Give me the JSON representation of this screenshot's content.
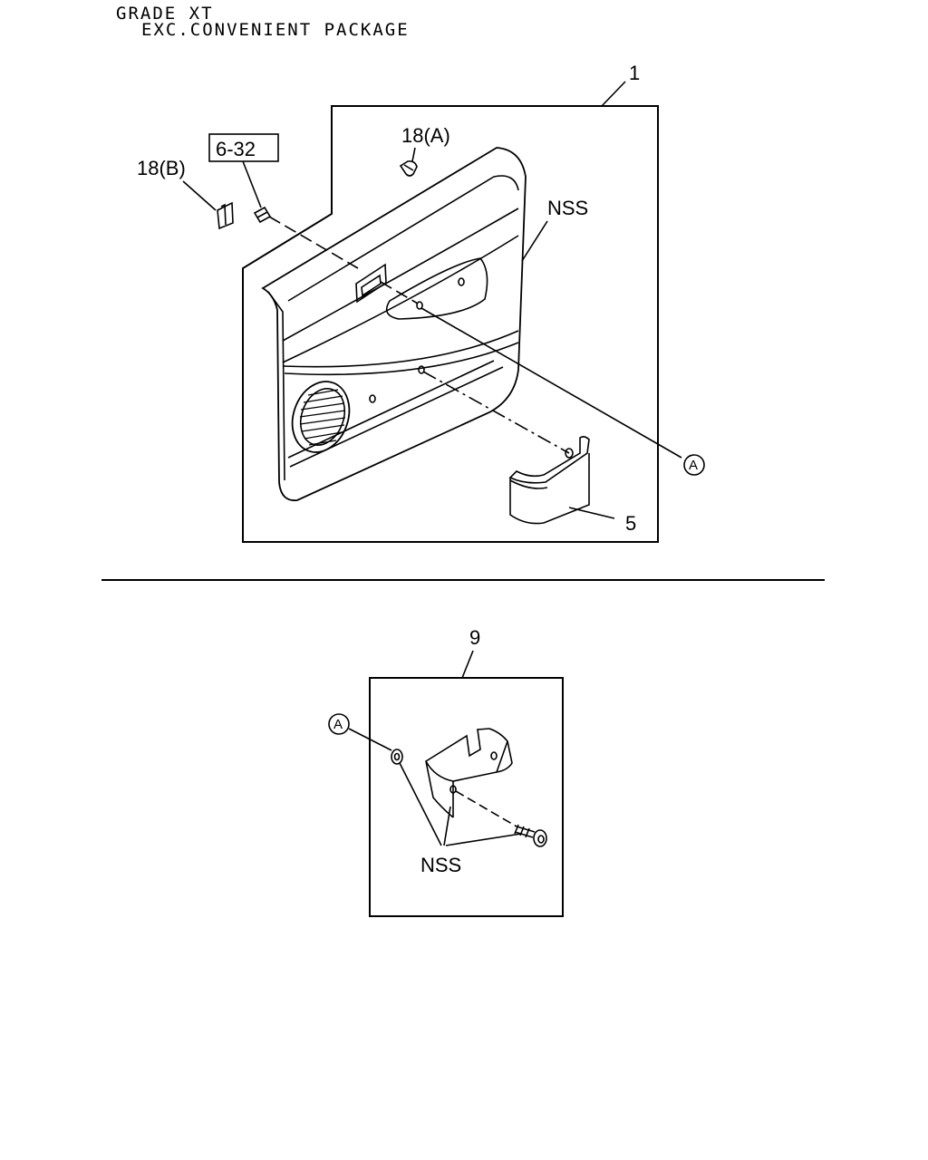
{
  "header": {
    "line1": "GRADE XT",
    "line2": "EXC.CONVENIENT PACKAGE"
  },
  "top_diagram": {
    "callout_panel": "1",
    "callout_ref": "6-32",
    "callout_clip_a": "18(A)",
    "callout_clip_b": "18(B)",
    "callout_nss": "NSS",
    "callout_marker": "A",
    "callout_pocket": "5"
  },
  "bottom_diagram": {
    "callout_assembly": "9",
    "callout_marker": "A",
    "callout_nss": "NSS"
  }
}
